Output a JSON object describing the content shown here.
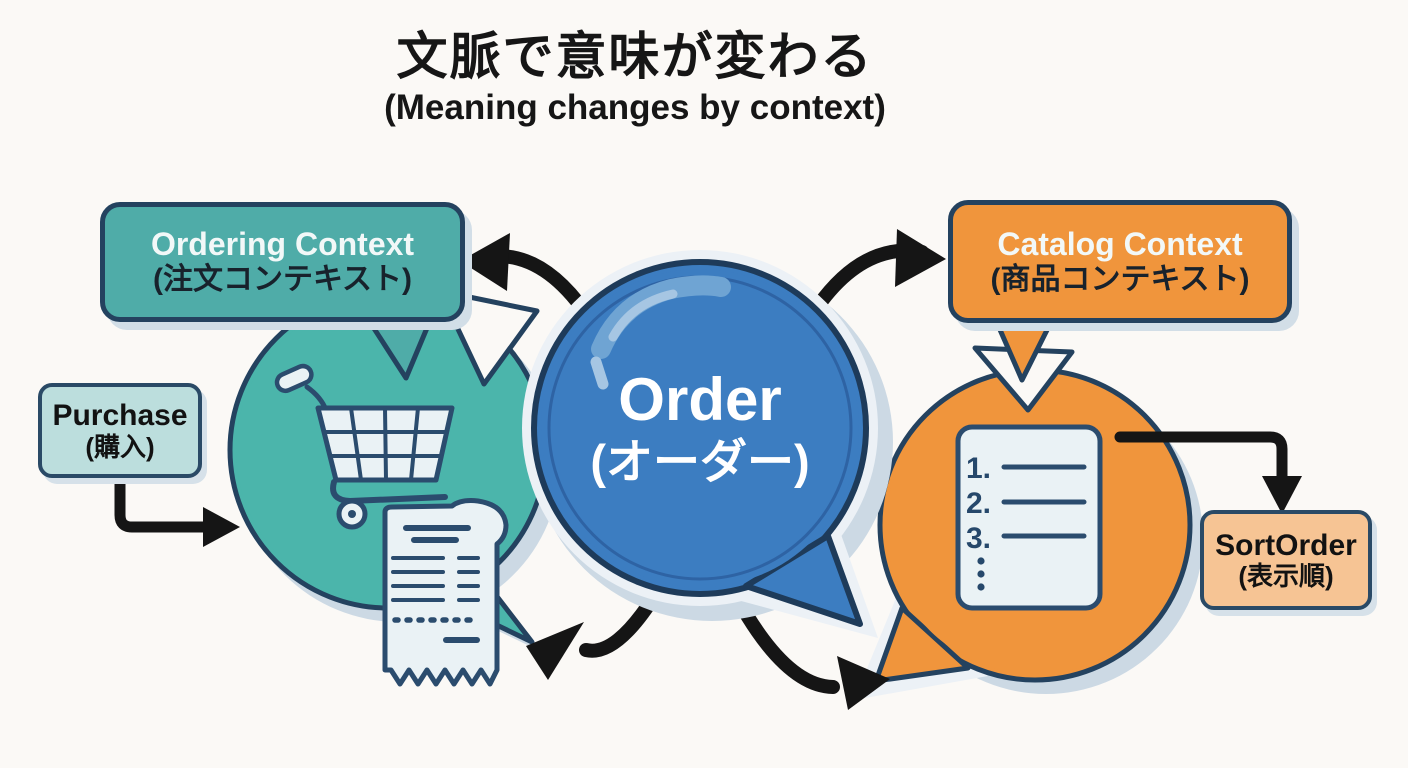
{
  "title": {
    "jp": "文脈で意味が変わる",
    "en": "(Meaning changes by context)"
  },
  "center_bubble": {
    "en": "Order",
    "jp": "(オーダー)"
  },
  "ordering_context": {
    "en": "Ordering Context",
    "jp": "(注文コンテキスト)"
  },
  "catalog_context": {
    "en": "Catalog Context",
    "jp": "(商品コンテキスト)"
  },
  "purchase": {
    "en": "Purchase",
    "jp": "(購入)"
  },
  "sortorder": {
    "en": "SortOrder",
    "jp": "(表示順)"
  },
  "list_icon": {
    "items": [
      "1.",
      "2.",
      "3."
    ]
  },
  "icons": [
    "shopping-cart-icon",
    "receipt-icon",
    "numbered-list-icon",
    "speech-bubble"
  ],
  "colors": {
    "background": "#FBF9F6",
    "teal_bubble": "#4BB5AB",
    "teal_label": "#4FACA8",
    "teal_light": "#BCDEDD",
    "orange": "#F0953C",
    "orange_light": "#F6C494",
    "blue": "#3C7DC1",
    "blue_highlight": "#6FA4D3",
    "navy_border": "#24425F",
    "icon_navy": "#2B4C6E",
    "arrow_black": "#151515",
    "shadow": "#CCD9E4"
  }
}
